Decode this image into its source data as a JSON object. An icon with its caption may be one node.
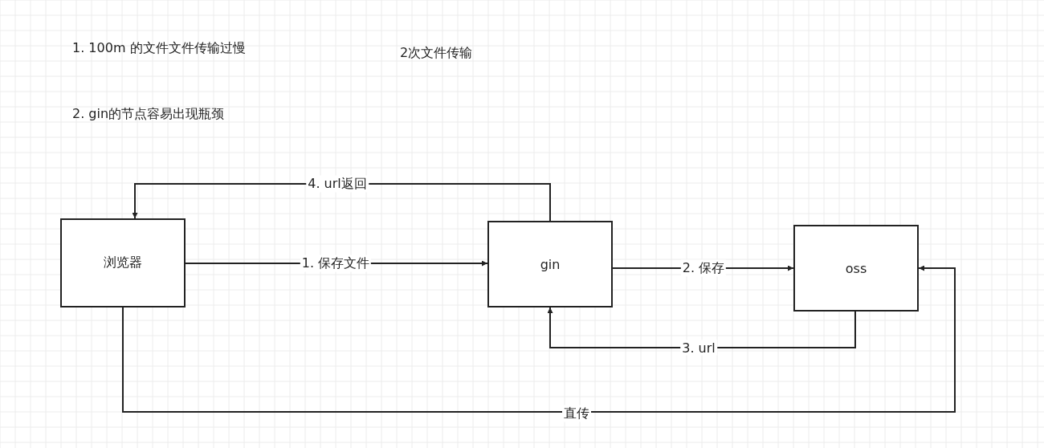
{
  "diagram": {
    "nodes": [
      {
        "text": [
          "浏览器"
        ]
      },
      {
        "text": [
          "gin"
        ]
      },
      {
        "text": [
          "oss"
        ]
      }
    ],
    "edges": [
      {
        "from": 0,
        "to": 1,
        "arrow": "to",
        "label": "1. 保存文件"
      },
      {
        "from": 1,
        "to": 2,
        "arrow": "to",
        "label": "2. 保存"
      },
      {
        "from": 2,
        "to": 1,
        "arrow": "to",
        "label": "3. url"
      },
      {
        "from": 1,
        "to": 0,
        "arrow": "to",
        "label": "4. url返回"
      },
      {
        "from": 0,
        "to": 2,
        "arrow": "to",
        "label": "直传"
      }
    ],
    "labels": [
      "1. 100m 的文件文件传输过慢",
      "2次文件传输",
      "2. gin的节点容易出现瓶颈"
    ]
  }
}
